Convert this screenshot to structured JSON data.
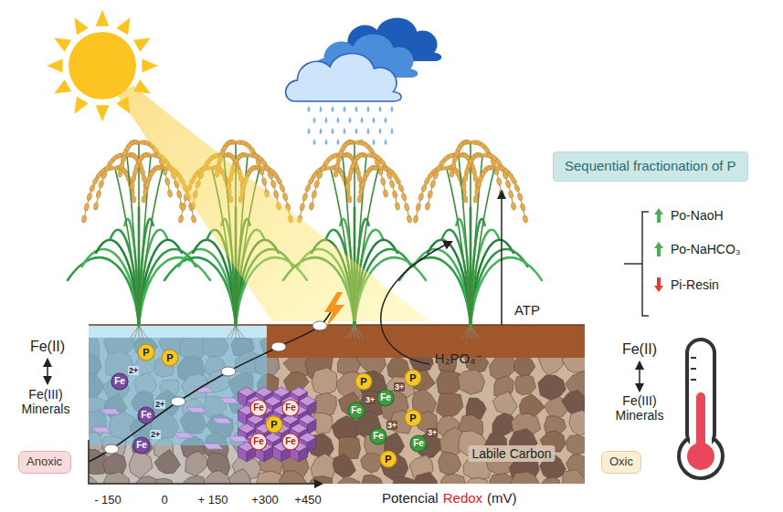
{
  "diagram": {
    "nodes": [
      {
        "text": [
          "Sequential fractionation of P"
        ]
      },
      {
        "text": [
          "P"
        ]
      },
      {
        "text": [
          "P"
        ]
      },
      {
        "text": [
          "Fe",
          "2+"
        ]
      },
      {
        "text": [
          "Fe",
          "2+"
        ]
      },
      {
        "text": [
          "Fe",
          "2+"
        ]
      },
      {
        "text": [
          "Fe"
        ]
      },
      {
        "text": [
          "Fe"
        ]
      },
      {
        "text": [
          "P"
        ]
      },
      {
        "text": [
          "Fe"
        ]
      },
      {
        "text": [
          "Fe"
        ]
      },
      {
        "text": [
          "P"
        ]
      },
      {
        "text": [
          "P"
        ]
      },
      {
        "text": [
          "Fe",
          "3+"
        ]
      },
      {
        "text": [
          "Fe",
          "3+"
        ]
      },
      {
        "text": [
          "P"
        ]
      },
      {
        "text": [
          "Fe",
          "3+"
        ]
      },
      {
        "text": [
          "Fe",
          "3+"
        ]
      },
      {
        "text": [
          "P"
        ]
      },
      {
        "text": [
          "Anoxic"
        ]
      },
      {
        "text": [
          "Oxic"
        ]
      }
    ],
    "labels": [
      "Po-NaoH",
      "Po-NaHCO₃",
      "Pi-Resin",
      "ATP",
      "Fe(II)",
      "Fe(II)",
      "H₂PO₄⁻",
      "Fe(III) Minerals",
      "Fe(III) Minerals",
      "Labile Carbon",
      "- 150",
      "0",
      "+ 150",
      "+300",
      "+450",
      "Potencial",
      "Redox",
      "(mV)"
    ]
  }
}
